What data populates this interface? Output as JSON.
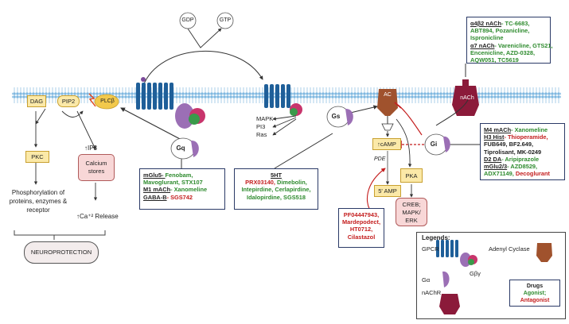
{
  "membrane": {
    "gdp": "GDP",
    "gtp": "GTP",
    "dag": "DAG",
    "pip2": "PIP2",
    "plcb": "PLCβ",
    "ac": "AC",
    "nach": "nACh"
  },
  "proteins": {
    "gq": "Gq",
    "gs": "Gs",
    "gi": "Gi"
  },
  "pathway": {
    "pkc": "PKC",
    "ip3": "↑IP3",
    "calcium": [
      "Calcium",
      "stores"
    ],
    "phospho": [
      "Phosphorylation of",
      "proteins, enzymes &",
      "receptor"
    ],
    "ca_release": "↑Ca⁺² Release",
    "neuroprotection": "NEUROPROTECTION",
    "mapk": [
      "MAPK",
      "PI3",
      "Ras"
    ],
    "camp": "↑cAMP",
    "pde": "PDE",
    "amp": "5' AMP",
    "pka": "PKA",
    "creb": [
      "CREB;",
      "MAPK/",
      "ERK"
    ]
  },
  "boxes": {
    "gq_drugs": [
      [
        {
          "t": "mGlu5- ",
          "c": "k",
          "u": true
        },
        {
          "t": "Fenobam,",
          "c": "g"
        }
      ],
      [
        {
          "t": "Mavoglurant, STX107",
          "c": "g"
        }
      ],
      [
        {
          "t": "M1 mACh",
          "c": "k",
          "u": true
        },
        {
          "t": "- Xanomeline",
          "c": "g"
        }
      ],
      [
        {
          "t": "GABA-B",
          "c": "k",
          "u": true
        },
        {
          "t": "- SGS742",
          "c": "r"
        }
      ]
    ],
    "ht_drugs": [
      [
        {
          "t": "5HT",
          "c": "k",
          "u": true
        }
      ],
      [
        {
          "t": "PRX03140, ",
          "c": "r"
        },
        {
          "t": "Dimebolin,",
          "c": "g"
        }
      ],
      [
        {
          "t": "Intepirdine, Cerlapirdine,",
          "c": "g"
        }
      ],
      [
        {
          "t": "Idalopirdine, SGS518",
          "c": "g"
        }
      ]
    ],
    "pde_drugs": [
      [
        {
          "t": "PF04447943,",
          "c": "r"
        }
      ],
      [
        {
          "t": "Mardepodect,",
          "c": "r"
        }
      ],
      [
        {
          "t": "HT0712,",
          "c": "r"
        }
      ],
      [
        {
          "t": "Cilastazol",
          "c": "r"
        }
      ]
    ],
    "nach_drugs": [
      [
        {
          "t": "α4β2 nACh",
          "c": "k",
          "u": true
        },
        {
          "t": "- TC-6683,",
          "c": "g"
        }
      ],
      [
        {
          "t": "ABT894, Pozanicline,",
          "c": "g"
        }
      ],
      [
        {
          "t": "Ispronicline",
          "c": "g"
        }
      ],
      [
        {
          "t": "α7 nACh",
          "c": "k",
          "u": true
        },
        {
          "t": "- Varenicline, GTS21,",
          "c": "g"
        }
      ],
      [
        {
          "t": "Encenicline, AZD-0328,",
          "c": "g"
        }
      ],
      [
        {
          "t": "AQW051, TC5619",
          "c": "g"
        }
      ]
    ],
    "gi_drugs": [
      [
        {
          "t": "M4 mACh",
          "c": "k",
          "u": true
        },
        {
          "t": "- Xanomeline",
          "c": "g"
        }
      ],
      [
        {
          "t": "H3 Hist",
          "c": "k",
          "u": true
        },
        {
          "t": "- Thioperamide,",
          "c": "r"
        }
      ],
      [
        {
          "t": "FUB649, BF2.649,",
          "c": "k"
        }
      ],
      [
        {
          "t": "Tiprolisant, MK-0249",
          "c": "k"
        }
      ],
      [
        {
          "t": "D2 DA",
          "c": "k",
          "u": true
        },
        {
          "t": "- Aripiprazole",
          "c": "g"
        }
      ],
      [
        {
          "t": "mGlu2/3",
          "c": "k",
          "u": true
        },
        {
          "t": "- AZD8529,",
          "c": "g"
        }
      ],
      [
        {
          "t": "ADX71149, ",
          "c": "g"
        },
        {
          "t": "Decoglurant",
          "c": "r"
        }
      ]
    ]
  },
  "legend": {
    "title": "Legends:",
    "gpcr": "GPCR",
    "adenyl": "Adenyl Cyclase",
    "ga": "Gα",
    "gbg": "Gβγ",
    "nachr": "nAChR",
    "drugs": "Drugs",
    "agonist": "Agonist;",
    "antagonist": "Antagonist"
  },
  "colors": {
    "membrane": "#7fb8e0",
    "receptor": "#1f5f99",
    "gprotein": "#9b6fb5",
    "gbeta": "#c8356c",
    "ggamma": "#3a9a4a",
    "ac": "#a0522d",
    "nach": "#8b1a3a",
    "plc": "#f2c94c",
    "agonist": "#2e8b2e",
    "antagonist": "#c41e1e",
    "box_border": "#2b3a67"
  }
}
